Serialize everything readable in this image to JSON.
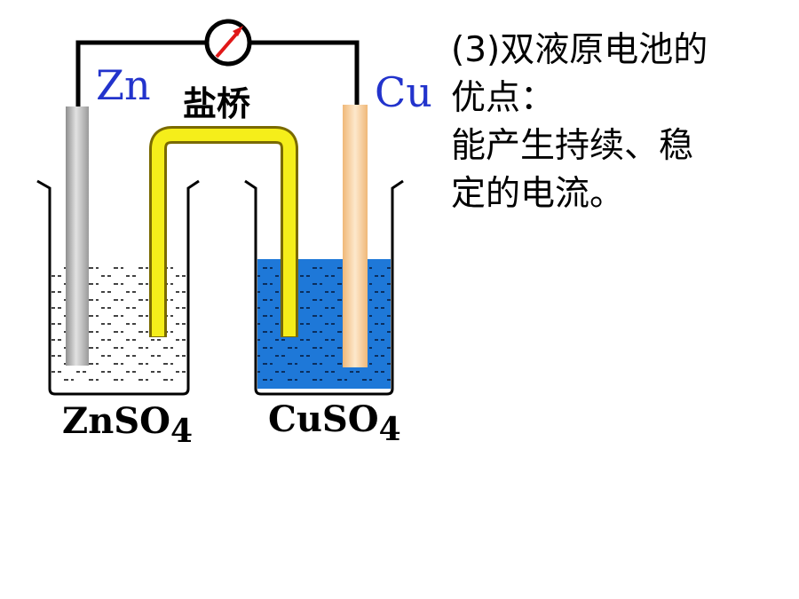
{
  "diagram": {
    "electrode_left": "Zn",
    "electrode_right": "Cu",
    "salt_bridge": "盐桥",
    "solution_left": {
      "base": "ZnSO",
      "sub": "4"
    },
    "solution_right": {
      "base": "CuSO",
      "sub": "4"
    },
    "colors": {
      "electrode_label": "#2233cc",
      "copper_solution": "#1e78d8",
      "salt_bridge_fill": "#f5ee1a",
      "salt_bridge_stroke": "#7a6a00",
      "zinc_rod": "#b8b8b8",
      "copper_rod": "#f6cf9c",
      "meter_needle": "#e01818"
    },
    "meter_icon": "galvanometer-icon"
  },
  "text": {
    "line1": "(3)双液原电池的",
    "line2": "优点：",
    "line3": "能产生持续、稳",
    "line4": "定的电流。"
  }
}
